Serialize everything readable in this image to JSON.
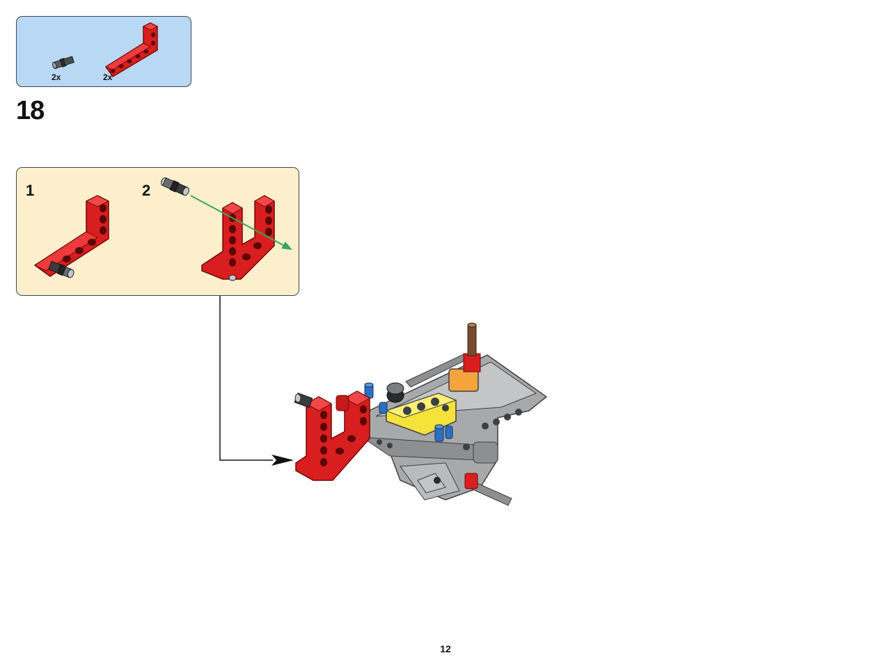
{
  "parts_list": {
    "items": [
      {
        "part": "black-friction-pin-with-bush",
        "quantity": "2x"
      },
      {
        "part": "red-l-beam-3x5",
        "quantity": "2x"
      }
    ]
  },
  "step": {
    "number": "18"
  },
  "sub_assembly": {
    "steps": [
      {
        "number": "1"
      },
      {
        "number": "2"
      }
    ]
  },
  "colors": {
    "parts_box_bg": "#b9d8f4",
    "sub_box_bg": "#fdefcc",
    "red_beam": "#d81e1e",
    "grey_frame": "#a7a9ab",
    "yellow_plate": "#f6e33a",
    "orange_connector": "#f5a33c",
    "blue_pin": "#2d6fc0",
    "insert_arrow": "#3aa55a"
  },
  "page": {
    "number": "12"
  }
}
